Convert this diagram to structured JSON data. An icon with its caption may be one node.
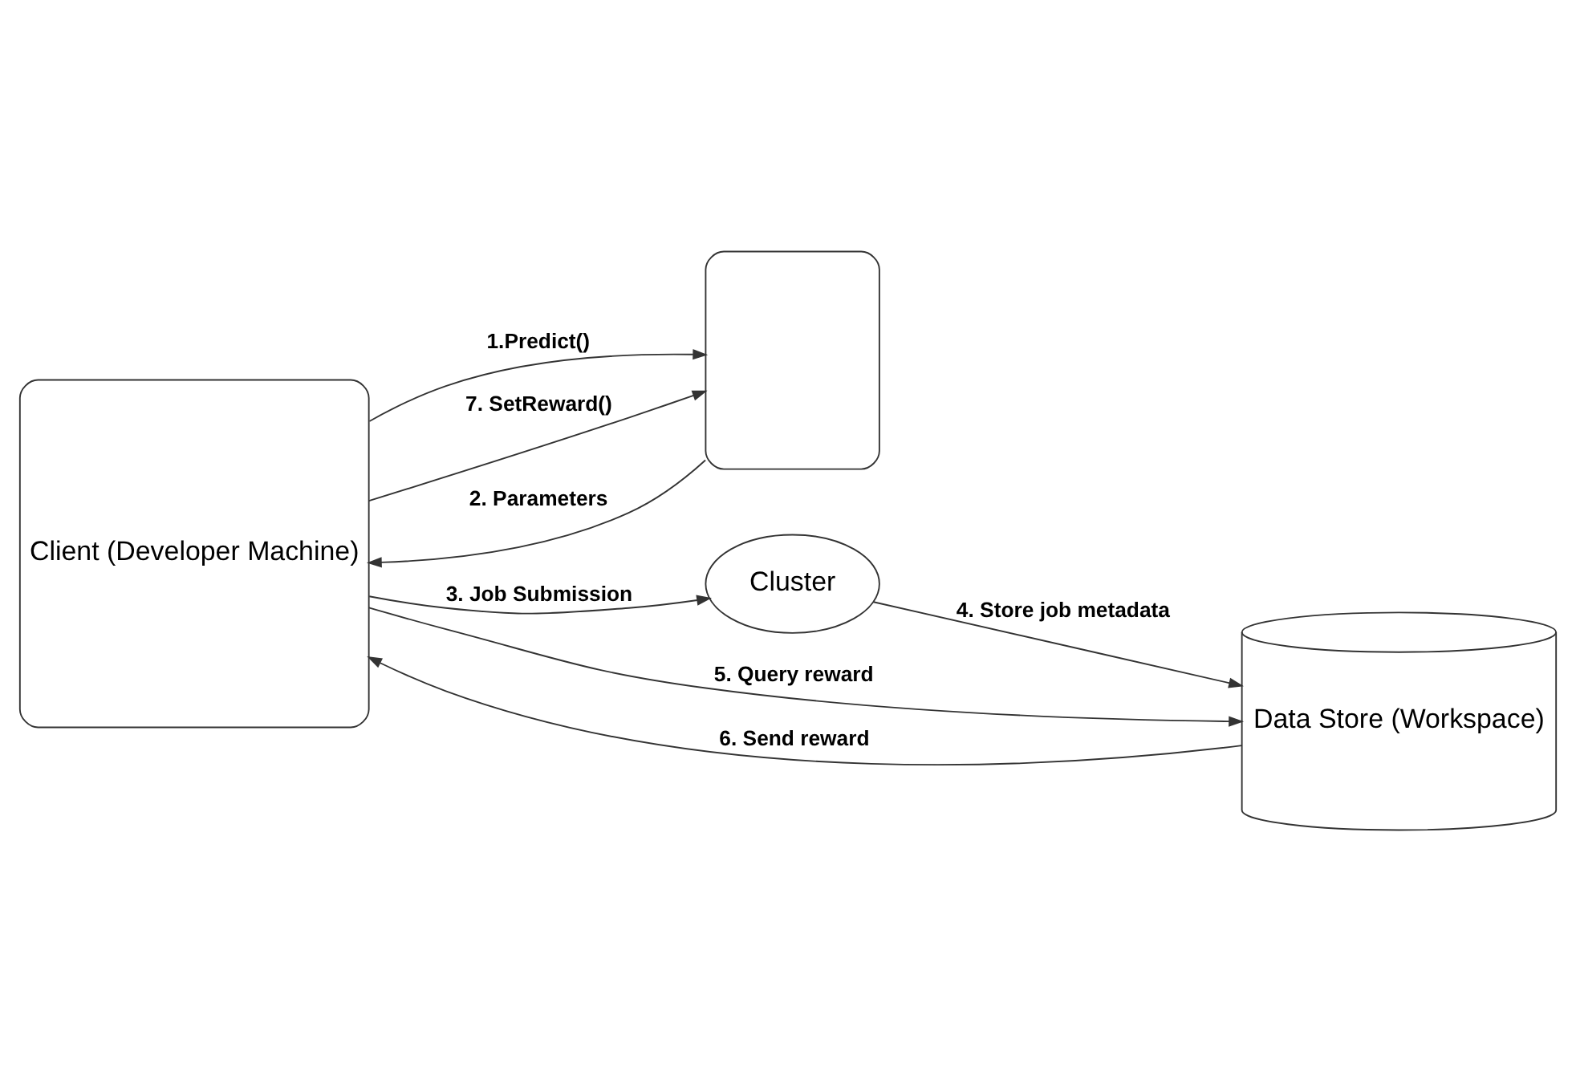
{
  "diagram": {
    "nodes": [
      {
        "text": [
          "Client (Developer Machine)"
        ]
      },
      {
        "text": [],
        "shape": "box"
      },
      {
        "text": [
          "Cluster"
        ]
      },
      {
        "text": [
          "Data Store (Workspace)"
        ]
      }
    ],
    "edges": [
      {
        "from": 0,
        "to": 1,
        "arrow": "to",
        "label": "1.Predict()"
      },
      {
        "from": 1,
        "to": 0,
        "arrow": "to",
        "label": "2. Parameters"
      },
      {
        "from": 0,
        "to": 1,
        "arrow": "to",
        "label": "7. SetReward()"
      },
      {
        "from": 0,
        "to": 2,
        "arrow": "to",
        "label": "3. Job Submission"
      },
      {
        "from": 2,
        "to": 3,
        "arrow": "to",
        "label": "4. Store job metadata"
      },
      {
        "from": 0,
        "to": 3,
        "arrow": "to",
        "label": "5. Query reward"
      },
      {
        "from": 3,
        "to": 0,
        "arrow": "to",
        "label": "6. Send reward"
      }
    ]
  }
}
